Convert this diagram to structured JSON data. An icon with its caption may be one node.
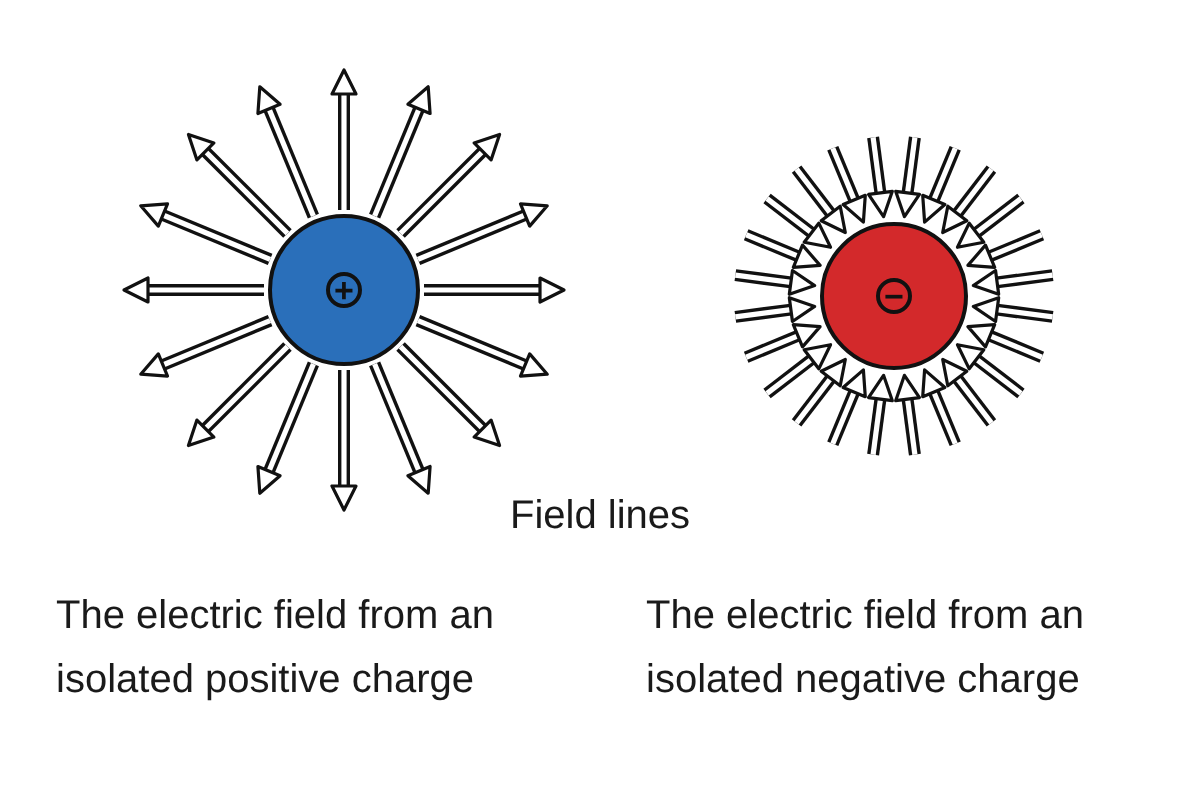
{
  "diagram": {
    "nodes": [
      {
        "text": [
          "+"
        ]
      },
      {
        "text": [
          "−"
        ]
      }
    ],
    "labels": [
      "Field lines",
      "The electric field from an isolated positive charge",
      "The electric field from an isolated negative charge"
    ]
  }
}
